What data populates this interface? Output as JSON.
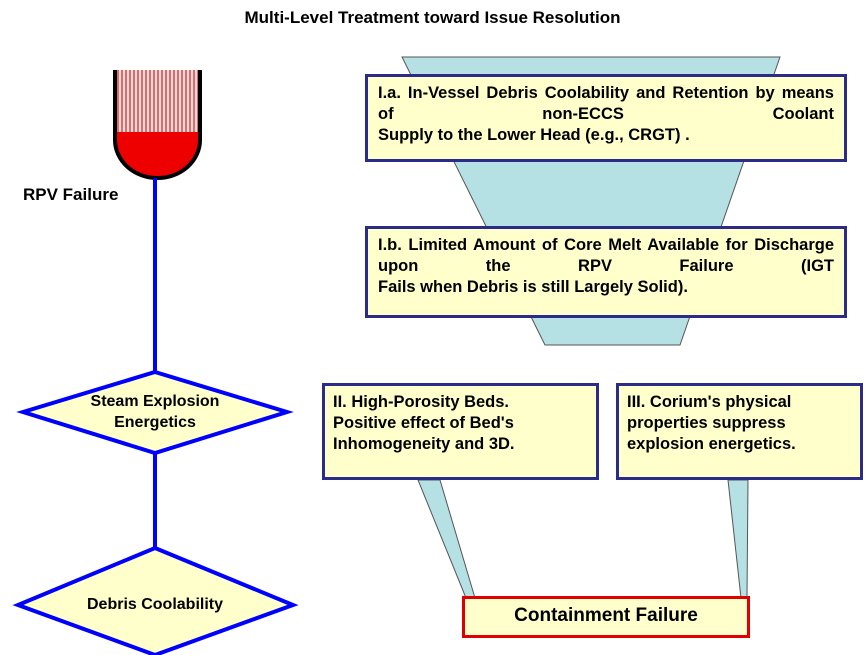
{
  "title": "Multi-Level Treatment toward Issue Resolution",
  "left_chain": {
    "vessel_label": "RPV Failure",
    "diamond_1": [
      "Steam Explosion",
      "Energetics"
    ],
    "diamond_2": "Debris Coolability"
  },
  "boxes": {
    "ia": {
      "lines": [
        "I.a. In-Vessel Debris Coolability and",
        "Retention by means of non-ECCS Coolant"
      ],
      "last": "Supply to the Lower Head (e.g., CRGT) ."
    },
    "ib": {
      "lines": [
        "I.b. Limited Amount of Core Melt Available",
        "for Discharge upon the RPV Failure (IGT"
      ],
      "last": "Fails when Debris is still Largely Solid)."
    },
    "ii": [
      "II. High-Porosity Beds.",
      "Positive effect of Bed's",
      "Inhomogeneity and 3D."
    ],
    "iii": [
      "III. Corium's physical",
      "properties suppress",
      "explosion energetics."
    ],
    "containment": "Containment Failure"
  },
  "colors": {
    "funnel_fill": "#b5e0e4",
    "box_fill": "#ffffcc",
    "box_border": "#2b2b8a",
    "connector": "#0000ff",
    "melt": "#ee0000",
    "highlight_border": "#e00000"
  }
}
